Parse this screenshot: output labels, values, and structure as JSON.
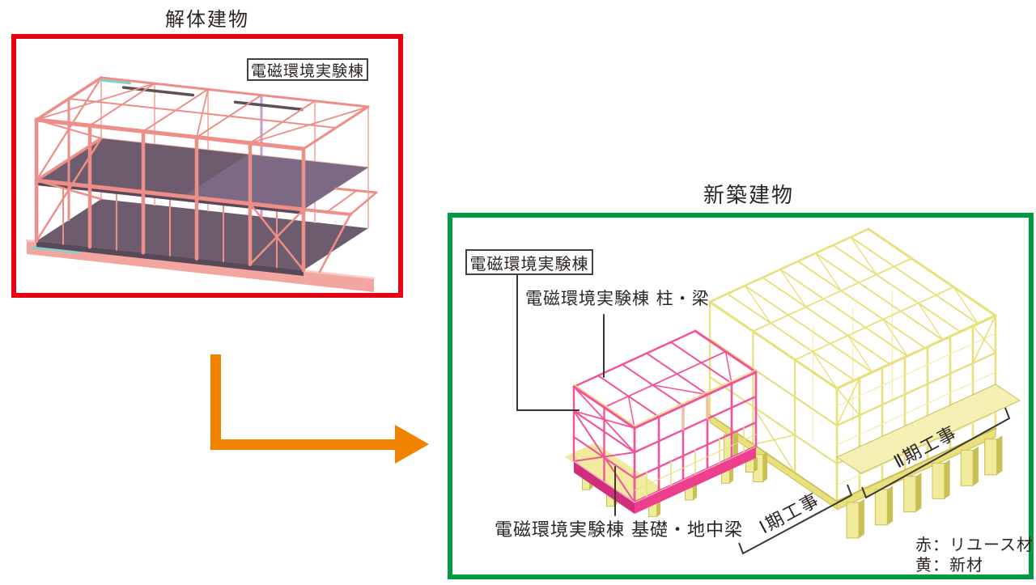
{
  "demolition": {
    "title": "解体建物",
    "building_label": "電磁環境実験棟"
  },
  "new_construction": {
    "title": "新築建物",
    "building_label": "電磁環境実験棟",
    "columns_beams_label": "電磁環境実験棟 柱・梁",
    "foundation_label": "電磁環境実験棟 基礎・地中梁",
    "phase1_label": "Ⅰ期工事",
    "phase2_label": "Ⅱ期工事",
    "legend_red": "赤：リユース材",
    "legend_yellow": "黄：新材"
  },
  "colors": {
    "red_border": "#e60012",
    "green_border": "#009a44",
    "arrow_orange": "#f08300",
    "text_dark": "#2b2622",
    "leader_line": "#3b3632",
    "salmon": "#ee8e89",
    "salmon_light": "#f5bab5",
    "base_salmon": "#f3a59f",
    "base_light": "#f8ccc7",
    "slab": "#6d5c6d",
    "slab_dark": "#57495a",
    "slab_edge": "#a18aa6",
    "slab_tint": "#7c6a85",
    "teal": "#7fd2c8",
    "lavender": "#c49fd6",
    "dark_beam": "#5f5058",
    "pink": "#f2539b",
    "pink_dark": "#d12e7d",
    "pink_light": "#f9a6c9",
    "pink_base": "#ee3e8e",
    "yellow": "#e8e07c",
    "yellow_dark": "#c9bf55",
    "yellow_light": "#f4f0b4",
    "pile_face": "#f1eb9e"
  }
}
